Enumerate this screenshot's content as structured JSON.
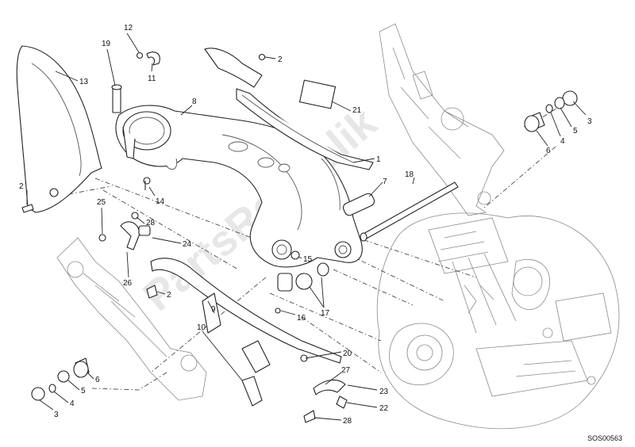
{
  "watermark": "PartsRepublik",
  "drawing_code": "SOS00563",
  "callouts": {
    "c12": "12",
    "c19": "19",
    "c11": "11",
    "c13": "13",
    "c8": "8",
    "c2a": "2",
    "c21": "21",
    "c1": "1",
    "c3a": "3",
    "c5a": "5",
    "c4a": "4",
    "c6a": "6",
    "c2b": "2",
    "c14": "14",
    "c18": "18",
    "c7": "7",
    "c25": "25",
    "c28a": "28",
    "c24": "24",
    "c26": "26",
    "c2c": "2",
    "c15": "15",
    "c17": "17",
    "c16": "16",
    "c9": "9",
    "c10": "10",
    "c20": "20",
    "c27": "27",
    "c23": "23",
    "c22": "22",
    "c28b": "28",
    "c6b": "6",
    "c5b": "5",
    "c4b": "4",
    "c3b": "3"
  }
}
